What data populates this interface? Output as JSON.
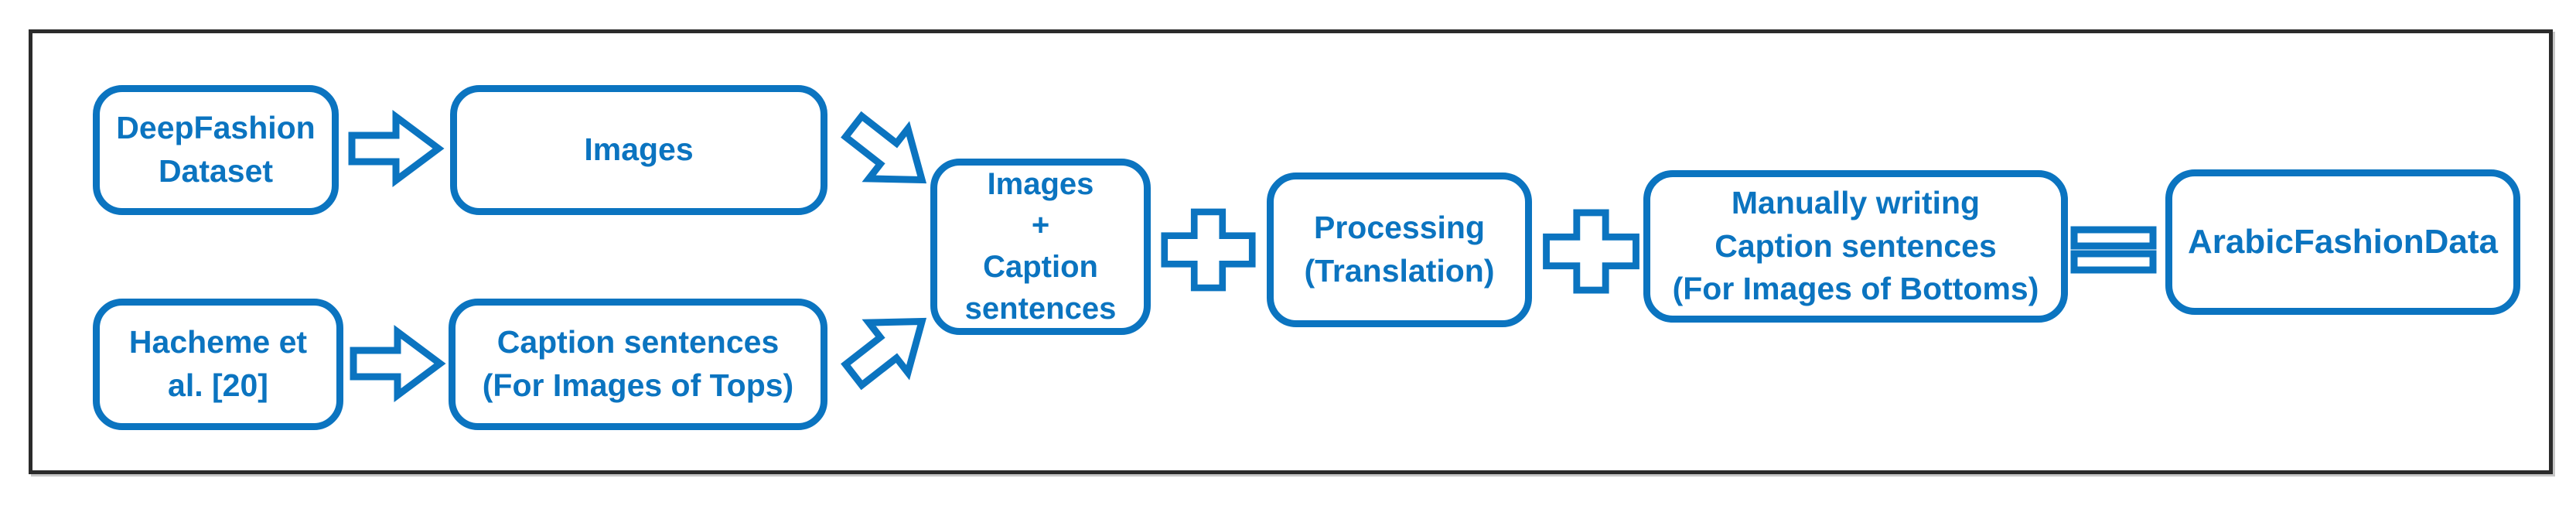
{
  "colors": {
    "accent_blue": "#0b74c0",
    "frame_border": "#2b2b2b",
    "background": "#ffffff"
  },
  "nodes": {
    "deepfashion": {
      "lines": [
        "DeepFashion",
        "Dataset"
      ]
    },
    "images": {
      "lines": [
        "Images"
      ]
    },
    "hacheme": {
      "lines": [
        "Hacheme et",
        "al. [20]"
      ]
    },
    "caption_tops": {
      "lines": [
        "Caption sentences",
        "(For Images of Tops)"
      ]
    },
    "images_captions": {
      "lines": [
        "Images",
        "+",
        "Caption",
        "sentences"
      ]
    },
    "processing": {
      "lines": [
        "Processing",
        "(Translation)"
      ]
    },
    "manual_bottoms": {
      "lines": [
        "Manually writing",
        "Caption sentences",
        "(For Images of Bottoms)"
      ]
    },
    "arabicfashiondata": {
      "lines": [
        "ArabicFashionData"
      ]
    }
  },
  "connectors": [
    {
      "name": "arrow-1",
      "icon": "block-arrow-right",
      "from": "deepfashion",
      "to": "images"
    },
    {
      "name": "arrow-2",
      "icon": "block-arrow-right",
      "from": "hacheme",
      "to": "caption_tops"
    },
    {
      "name": "arrow-3",
      "icon": "block-arrow-down-right",
      "from": "images",
      "to": "images_captions"
    },
    {
      "name": "arrow-4",
      "icon": "block-arrow-up-right",
      "from": "caption_tops",
      "to": "images_captions"
    },
    {
      "name": "operator-1",
      "icon": "plus",
      "between": [
        "images_captions",
        "processing"
      ]
    },
    {
      "name": "operator-2",
      "icon": "plus",
      "between": [
        "processing",
        "manual_bottoms"
      ]
    },
    {
      "name": "operator-3",
      "icon": "equals",
      "between": [
        "manual_bottoms",
        "arabicfashiondata"
      ]
    }
  ]
}
